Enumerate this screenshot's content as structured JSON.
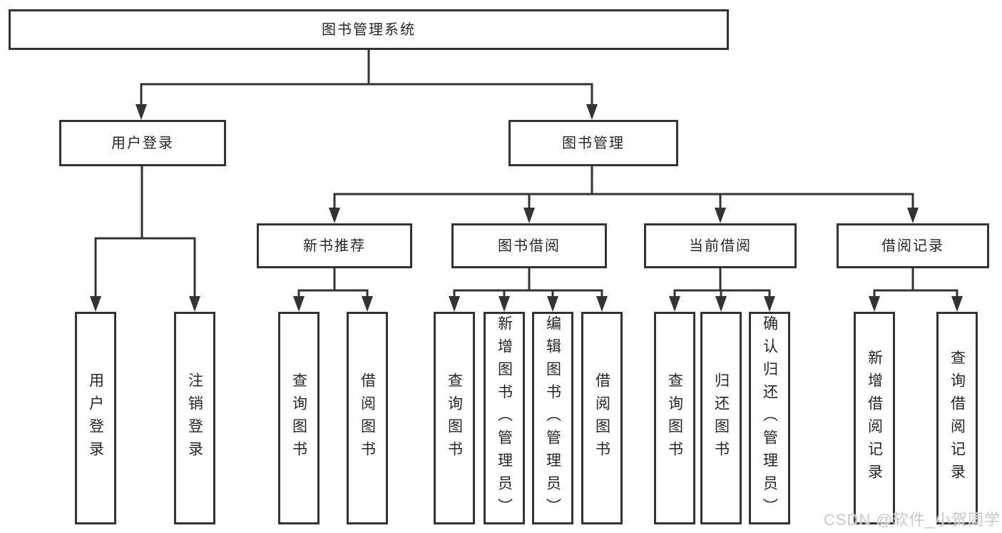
{
  "title": "图书管理系统",
  "tree": {
    "label": "图书管理系统",
    "children": [
      {
        "label": "用户登录",
        "children": [
          {
            "label": "用户登录"
          },
          {
            "label": "注销登录"
          }
        ]
      },
      {
        "label": "图书管理",
        "children": [
          {
            "label": "新书推荐",
            "children": [
              {
                "label": "查询图书"
              },
              {
                "label": "借阅图书"
              }
            ]
          },
          {
            "label": "图书借阅",
            "children": [
              {
                "label": "查询图书"
              },
              {
                "label": "新增图书（管理员）"
              },
              {
                "label": "编辑图书（管理员）"
              },
              {
                "label": "借阅图书"
              }
            ]
          },
          {
            "label": "当前借阅",
            "children": [
              {
                "label": "查询图书"
              },
              {
                "label": "归还图书"
              },
              {
                "label": "确认归还（管理员）"
              }
            ]
          },
          {
            "label": "借阅记录",
            "children": [
              {
                "label": "新增借阅记录"
              },
              {
                "label": "查询借阅记录"
              }
            ]
          }
        ]
      }
    ]
  },
  "watermark": "CSDN @软件_小贺同学",
  "colors": {
    "line": "#333333",
    "box_border": "#333333",
    "box_background": "#ffffff",
    "text": "#262626",
    "watermark": "#c5c5c5",
    "background": "#ffffff"
  }
}
